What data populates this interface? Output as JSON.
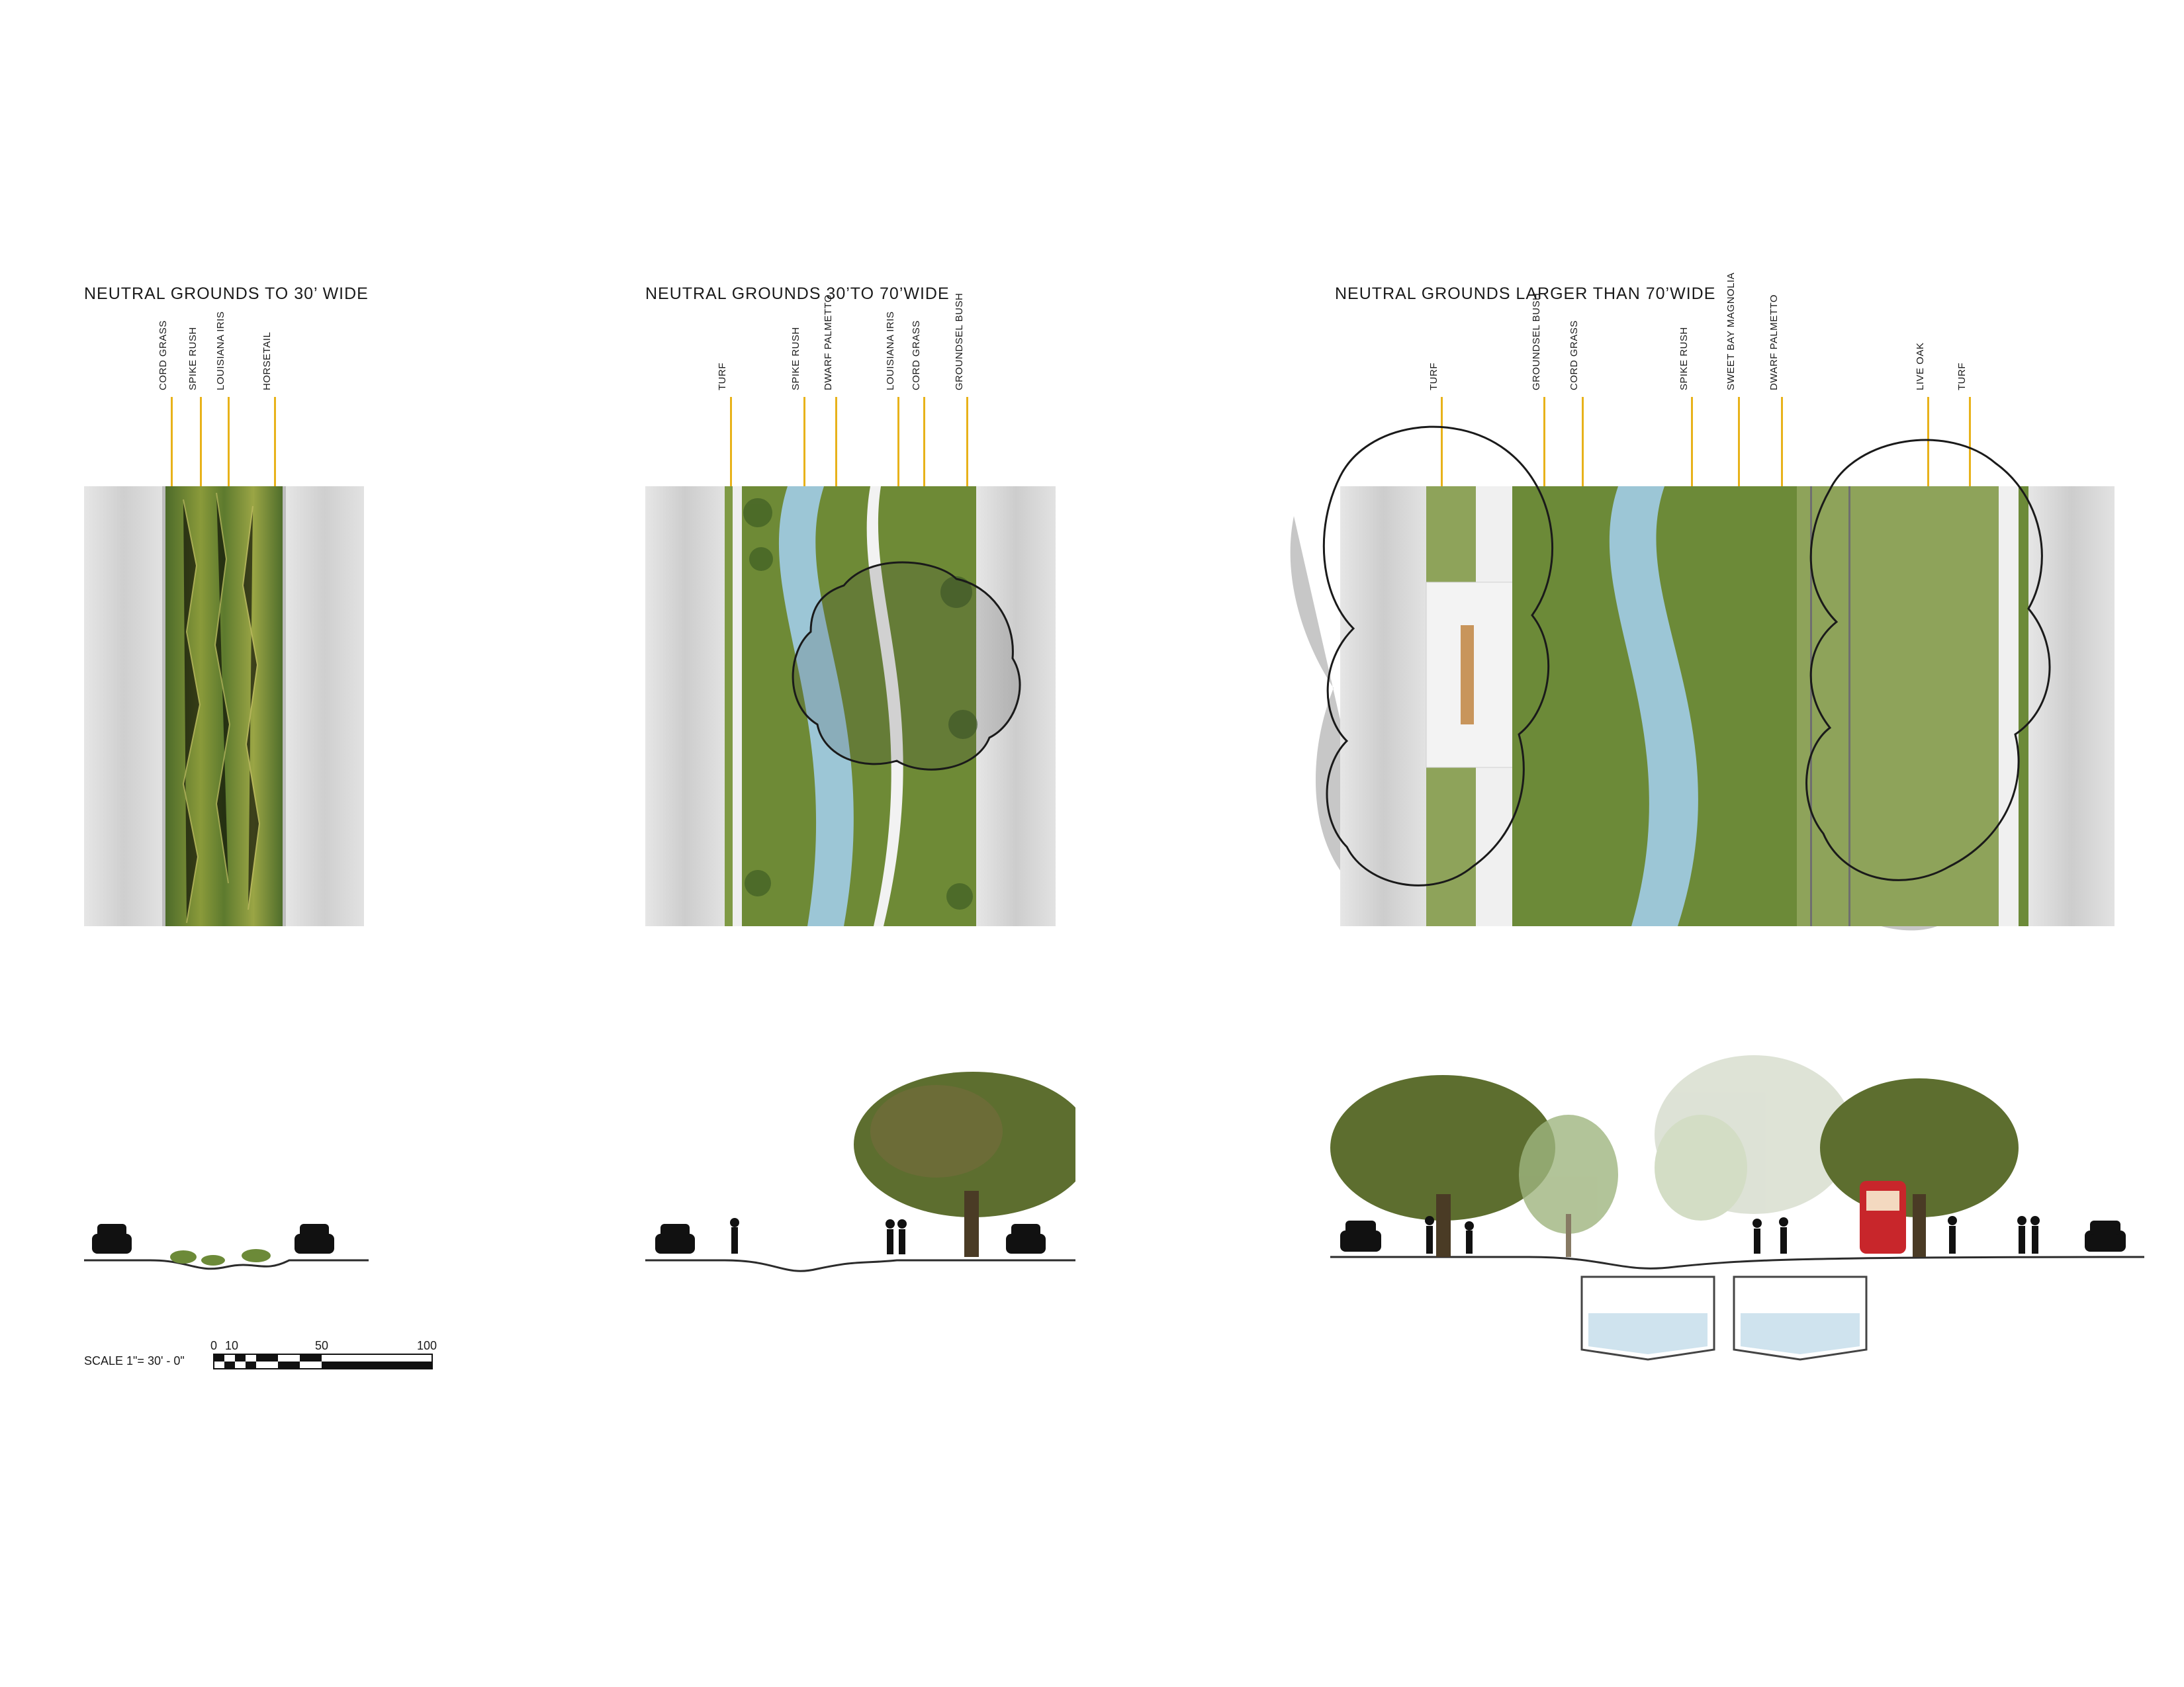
{
  "panels": [
    {
      "title": "NEUTRAL GROUNDS TO  30’ WIDE",
      "labels": [
        "CORD GRASS",
        "SPIKE RUSH",
        "LOUISIANA IRIS",
        "HORSETAIL"
      ]
    },
    {
      "title": "NEUTRAL GROUNDS 30’TO 70’WIDE",
      "labels": [
        "TURF",
        "SPIKE RUSH",
        "DWARF PALMETTO",
        "LOUISIANA IRIS",
        "CORD GRASS",
        "GROUNDSEL BUSH"
      ]
    },
    {
      "title": "NEUTRAL GROUNDS LARGER THAN 70’WIDE",
      "labels": [
        "TURF",
        "GROUNDSEL BUSH",
        "CORD GRASS",
        "SPIKE RUSH",
        "SWEET BAY MAGNOLIA",
        "DWARF PALMETTO",
        "LIVE OAK",
        "TURF"
      ]
    }
  ],
  "scale": {
    "label": "SCALE 1\"= 30' - 0\"",
    "ticks": [
      "0",
      "10",
      "50",
      "100"
    ]
  },
  "colors": {
    "leader": "#e8b21a",
    "road": "#d9d9d9",
    "grass": "#6b8a3a",
    "water": "#9cc6d6",
    "turf": "#8ea35a",
    "streetcar": "#c8262b"
  }
}
